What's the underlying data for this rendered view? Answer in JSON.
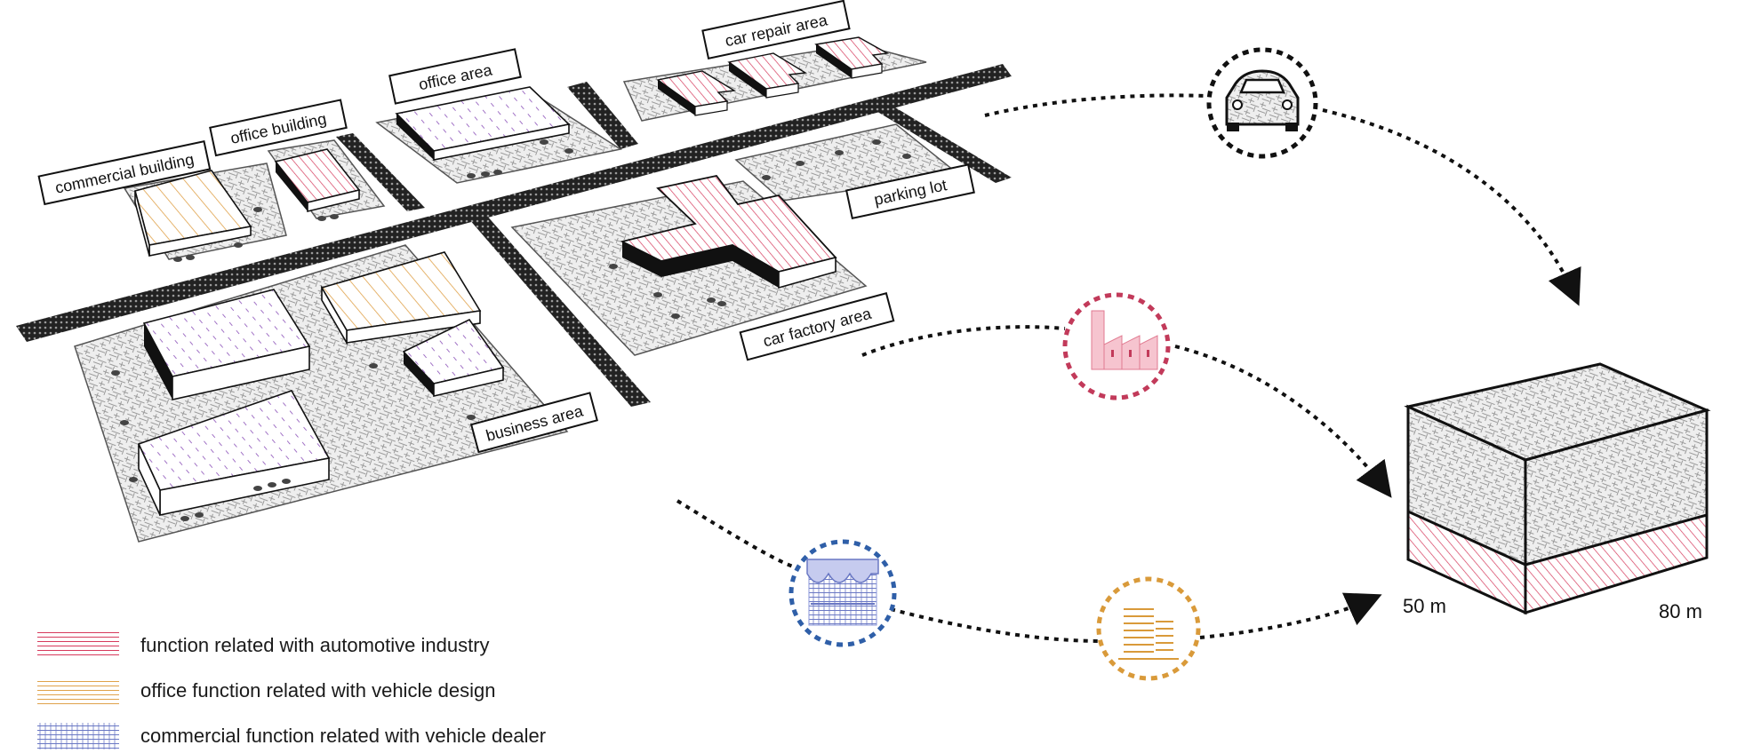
{
  "labels": {
    "commercial_building": "commercial building",
    "office_building": "office building",
    "office_area": "office area",
    "car_repair_area": "car repair area",
    "parking_lot": "parking lot",
    "car_factory_area": "car factory area",
    "business_area": "business area"
  },
  "dimensions": {
    "depth": "50 m",
    "width": "80 m"
  },
  "icons": {
    "car": "car-icon",
    "factory": "factory-icon",
    "shop": "shop-icon",
    "office": "office-building-icon"
  },
  "legend": [
    {
      "text": "function related with automotive industry",
      "color": "#d63a5c",
      "pattern": "horizontal-lines"
    },
    {
      "text": "office function related with vehicle design",
      "color": "#e0a24a",
      "pattern": "horizontal-lines"
    },
    {
      "text": "commercial function related with vehicle dealer",
      "color": "#6a78c4",
      "pattern": "grid"
    }
  ],
  "colors": {
    "automotive": "#d63a5c",
    "office": "#e0a24a",
    "commercial": "#6a78c4",
    "shop_circle": "#2f5fa8",
    "factory_circle": "#c23a5a",
    "office_circle": "#d99a3a"
  }
}
